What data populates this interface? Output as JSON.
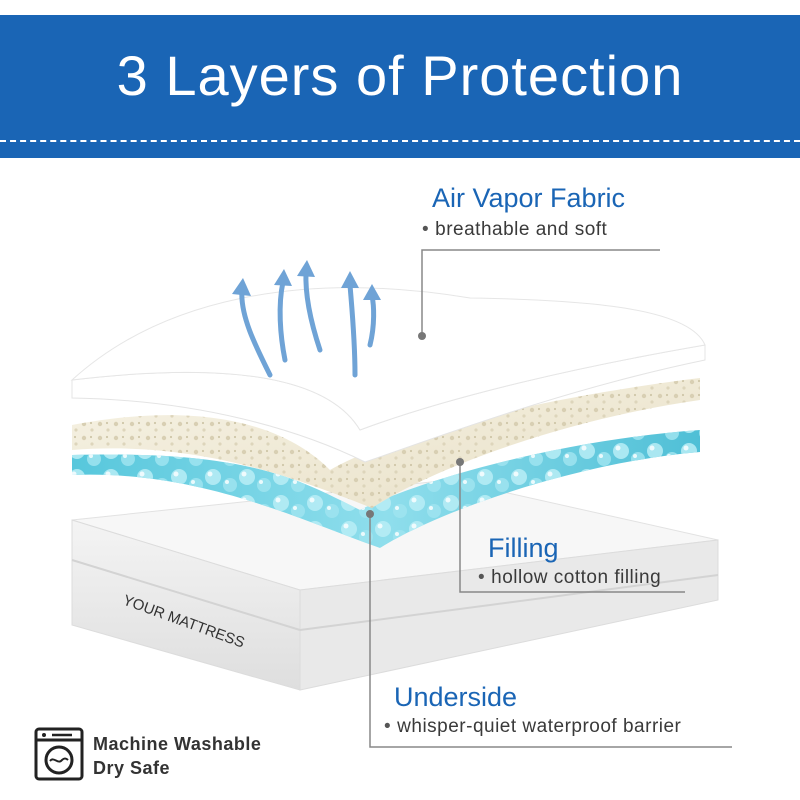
{
  "header": {
    "title": "3 Layers of Protection"
  },
  "colors": {
    "banner": "#1a65b5",
    "accent_text": "#1a65b5",
    "cool_layer": "#6ed3e6",
    "arrows": "#6fa3d6"
  },
  "layers": [
    {
      "title": "Air Vapor Fabric",
      "subtitle": "breathable and soft"
    },
    {
      "title": "Filling",
      "subtitle": "hollow cotton filling"
    },
    {
      "title": "Underside",
      "subtitle": "whisper-quiet waterproof barrier"
    }
  ],
  "mattress": {
    "label": "YOUR MATTRESS"
  },
  "care": {
    "icon": "washing-machine-icon",
    "line1": "Machine Washable",
    "line2": "Dry Safe"
  }
}
